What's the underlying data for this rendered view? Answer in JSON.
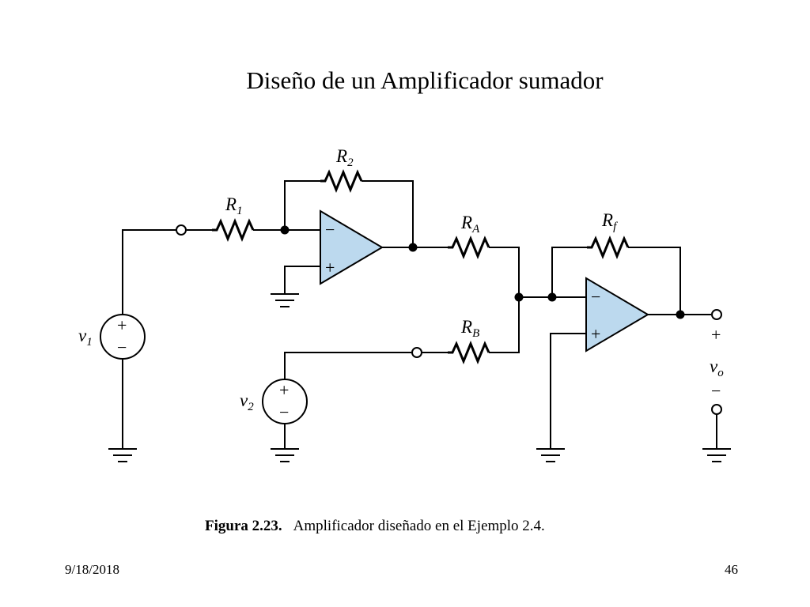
{
  "title": "Diseño de un Amplificador sumador",
  "caption": {
    "figure": "Figura 2.23.",
    "text": "Amplificador diseñado en el Ejemplo 2.4."
  },
  "footer": {
    "date": "9/18/2018",
    "page": "46"
  },
  "components": {
    "R1": {
      "letter": "R",
      "sub": "1"
    },
    "R2": {
      "letter": "R",
      "sub": "2"
    },
    "RA": {
      "letter": "R",
      "sub": "A"
    },
    "RB": {
      "letter": "R",
      "sub": "B"
    },
    "Rf": {
      "letter": "R",
      "sub": "f"
    },
    "v1": {
      "letter": "v",
      "sub": "1"
    },
    "v2": {
      "letter": "v",
      "sub": "2"
    },
    "vo": {
      "letter": "v",
      "sub": "o"
    }
  },
  "signs": {
    "plus": "+",
    "minus": "−"
  }
}
